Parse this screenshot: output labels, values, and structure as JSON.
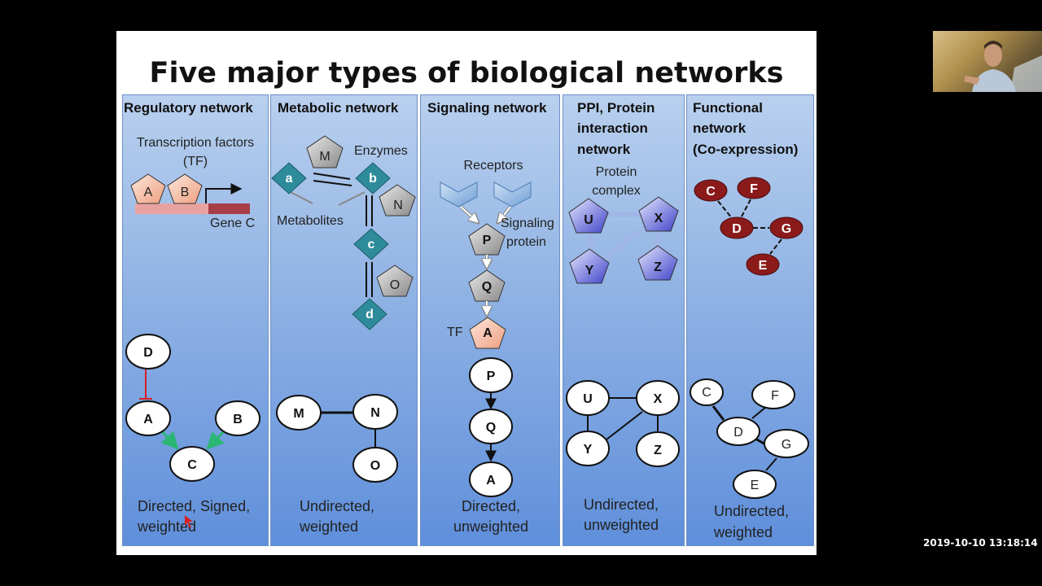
{
  "slide": {
    "title": "Five major types of biological networks",
    "panels": [
      {
        "title": [
          "Regulatory network"
        ],
        "labels": {
          "tf": [
            "Transcription factors",
            "(TF)"
          ],
          "gene": "Gene C"
        },
        "top_nodes": [
          "A",
          "B"
        ],
        "graph_nodes": [
          "D",
          "A",
          "B",
          "C"
        ],
        "footer": [
          "Directed, Signed,",
          "weighted"
        ]
      },
      {
        "title": [
          "Metabolic network"
        ],
        "labels": {
          "enzymes": "Enzymes",
          "metabolites": "Metabolites"
        },
        "top_nodes": [
          "M",
          "a",
          "b",
          "N",
          "c",
          "O",
          "d"
        ],
        "graph_nodes": [
          "M",
          "N",
          "O"
        ],
        "footer": [
          "Undirected,",
          "weighted"
        ]
      },
      {
        "title": [
          "Signaling network"
        ],
        "labels": {
          "receptors": "Receptors",
          "signaling": [
            "Signaling",
            "protein"
          ],
          "tf": "TF"
        },
        "top_nodes": [
          "P",
          "Q",
          "A"
        ],
        "graph_nodes": [
          "P",
          "Q",
          "A"
        ],
        "footer": [
          "Directed,",
          "unweighted"
        ]
      },
      {
        "title": [
          "PPI, Protein",
          "interaction",
          "network"
        ],
        "labels": {
          "complex": [
            "Protein",
            "complex"
          ]
        },
        "top_nodes": [
          "U",
          "X",
          "Y",
          "Z"
        ],
        "graph_nodes": [
          "U",
          "X",
          "Y",
          "Z"
        ],
        "footer": [
          "Undirected,",
          "unweighted"
        ]
      },
      {
        "title": [
          "Functional",
          "network",
          "(Co-expression)"
        ],
        "labels": {},
        "top_nodes": [
          "C",
          "F",
          "D",
          "G",
          "E"
        ],
        "graph_nodes": [
          "C",
          "F",
          "D",
          "G",
          "E"
        ],
        "footer": [
          "Undirected,",
          "weighted"
        ]
      }
    ]
  },
  "timestamp": "2019-10-10  13:18:14",
  "colors": {
    "tf_node": "#f4b9a0",
    "metabolite": "#2e8b9a",
    "enzyme": "#7a7a7a",
    "signaling_protein": "#9a9a9a",
    "ppi_protein": "#3f43c9",
    "coexpression": "#8b1a1a",
    "repression": "#d62020",
    "activation": "#2bb673"
  }
}
